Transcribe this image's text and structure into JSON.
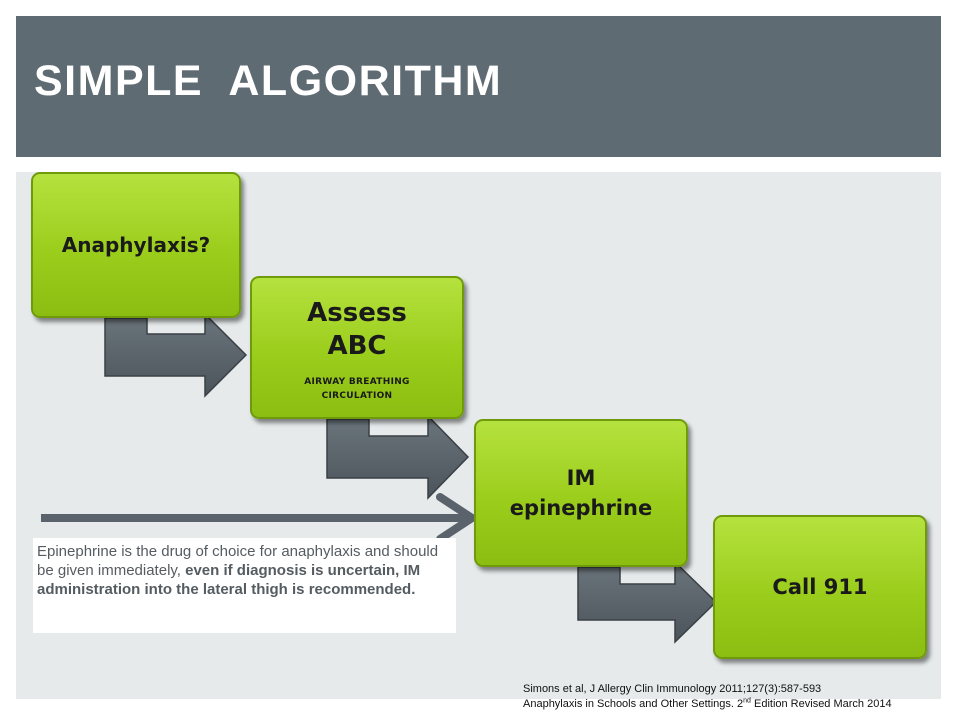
{
  "title": "SIMPLE  ALGORITHM",
  "steps": [
    {
      "label": "Anaphylaxis?"
    },
    {
      "label_line1": "Assess",
      "label_line2": "ABC",
      "sublabel_line1": "AIRWAY BREATHING",
      "sublabel_line2": "CIRCULATION"
    },
    {
      "label_line1": "IM",
      "label_line2": "epinephrine"
    },
    {
      "label": "Call 911"
    }
  ],
  "note": {
    "text_part1": "Epinephrine is the drug of choice for anaphylaxis and should be given immediately, ",
    "text_part2": "even if diagnosis is uncertain, IM administration into the lateral thigh is recommended."
  },
  "citations": {
    "line1": "Simons et al, J Allergy Clin Immunology 2011;127(3):587-593",
    "line2_before_sup": "Anaphylaxis in Schools and Other Settings. 2",
    "line2_sup": "nd",
    "line2_after_sup": " Edition Revised March 2014"
  },
  "colors": {
    "header": "#5f6b73",
    "content_bg": "#e6eaeb",
    "step_box": "#9bcd1c",
    "connector_arrow": "#5a636b",
    "note_text": "#555c61"
  }
}
